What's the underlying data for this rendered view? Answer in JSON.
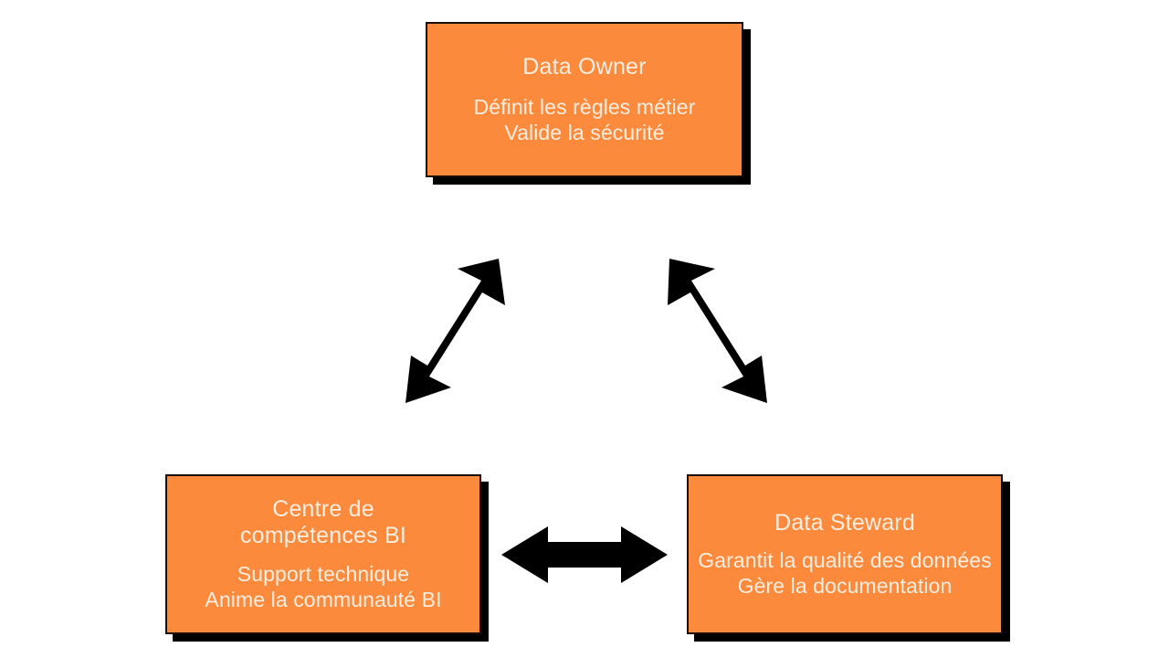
{
  "diagram": {
    "type": "relationship-triangle",
    "background_color": "#FFFFFF",
    "box_fill_color": "#FB8A3C",
    "box_border_color": "#1A0D07",
    "box_shadow_color": "#000000",
    "text_color": "#FBEEE1",
    "arrow_color": "#000000",
    "nodes": [
      {
        "id": "data-owner",
        "title": "Data Owner",
        "lines": [
          "Définit les règles métier",
          "Valide la sécurité"
        ]
      },
      {
        "id": "centre-competences-bi",
        "title": "Centre de\ncompétences BI",
        "lines": [
          "Support technique",
          "Anime la communauté BI"
        ]
      },
      {
        "id": "data-steward",
        "title": "Data Steward",
        "lines": [
          "Garantit la qualité des données",
          "Gère la documentation"
        ]
      }
    ],
    "connectors": [
      {
        "id": "owner-bi",
        "icon": "double-arrow-diagonal-up-right-icon",
        "from": "centre-competences-bi",
        "to": "data-owner",
        "bidirectional": true
      },
      {
        "id": "owner-steward",
        "icon": "double-arrow-diagonal-up-left-icon",
        "from": "data-steward",
        "to": "data-owner",
        "bidirectional": true
      },
      {
        "id": "bi-steward",
        "icon": "double-arrow-horizontal-icon",
        "from": "centre-competences-bi",
        "to": "data-steward",
        "bidirectional": true
      }
    ]
  }
}
